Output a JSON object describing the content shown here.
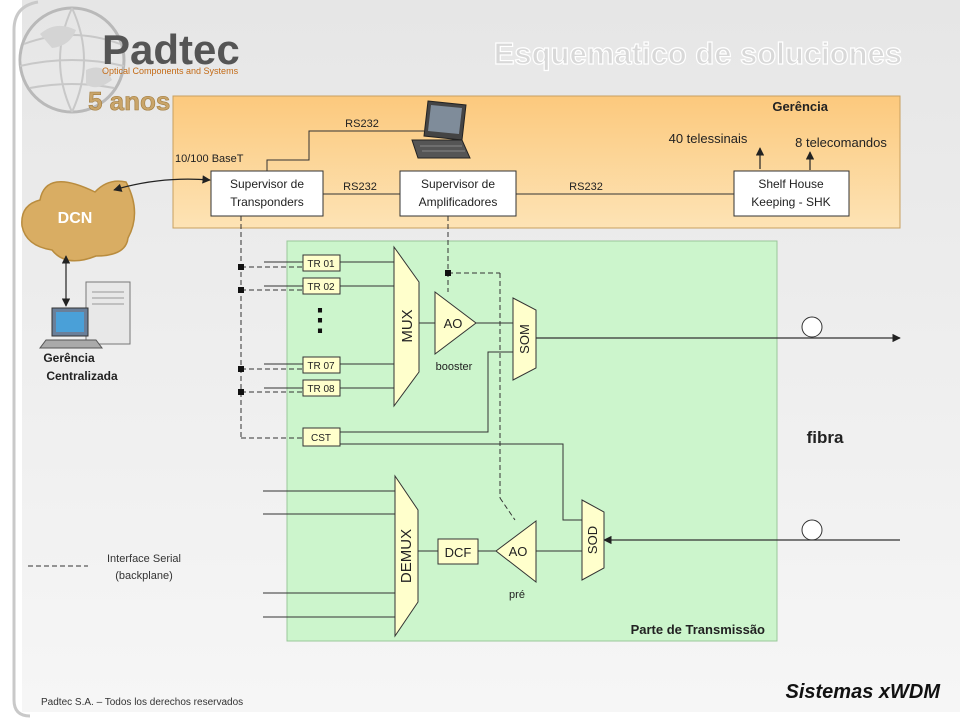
{
  "slide": {
    "title": "Esquematico de soluciones",
    "footer_left": "Padtec S.A. – Todos los derechos reservados",
    "footer_right": "Sistemas xWDM"
  },
  "logo": {
    "brand": "Padtec",
    "tagline": "Optical Components and Systems",
    "anniversary": "5 anos"
  },
  "management": {
    "title": "Gerência",
    "telessinais": "40 telessinais",
    "telecomandos": "8 telecomandos",
    "rs232_top": "RS232",
    "rs232_left": "RS232",
    "rs232_right": "RS232",
    "ethernet": "10/100 BaseT",
    "sup_transponders": [
      "Supervisor de",
      "Transponders"
    ],
    "sup_amplificadores": [
      "Supervisor de",
      "Amplificadores"
    ],
    "shelf_house": [
      "Shelf House",
      "Keeping - SHK"
    ]
  },
  "dcn": {
    "label": "DCN",
    "central_mgmt": [
      "Gerência",
      "Centralizada"
    ]
  },
  "transmission": {
    "title": "Parte de Transmissão",
    "transponders": [
      "TR 01",
      "TR 02",
      "TR 07",
      "TR 08"
    ],
    "cst": "CST",
    "ellipsis": "⋮",
    "mux": "MUX",
    "demux": "DEMUX",
    "ao_booster": "AO",
    "booster": "booster",
    "som": "SOM",
    "sod": "SOD",
    "dcf": "DCF",
    "ao_pre": "AO",
    "pre": "pré",
    "fibra": "fibra"
  },
  "legend": {
    "serial": [
      "Interface Serial",
      "(backplane)"
    ]
  },
  "colors": {
    "management_fill": "#fdd89a",
    "transmission_fill": "#ccf5cc",
    "box_fill": "#ffffcc",
    "cloud": "#c79a4e",
    "line": "#333333"
  }
}
